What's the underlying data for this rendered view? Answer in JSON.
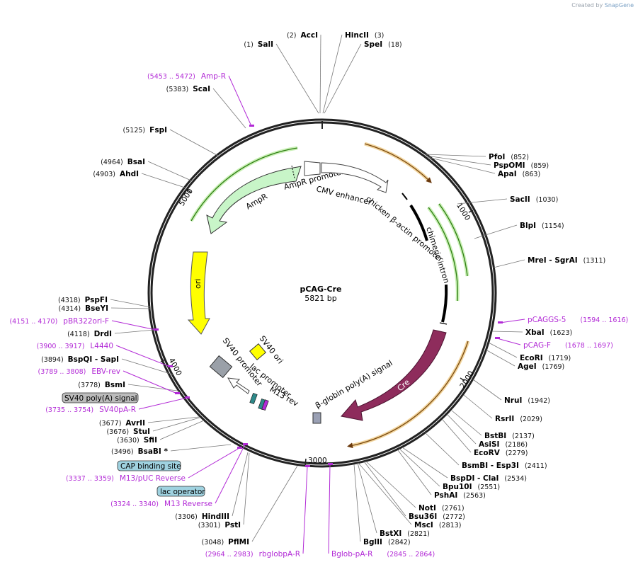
{
  "credit": {
    "prefix": "Created by",
    "brand": "SnapGene"
  },
  "plasmid": {
    "name": "pCAG-Cre",
    "size": "5821 bp",
    "length": 5821
  },
  "ticks": [
    "1000",
    "2000",
    "3000",
    "4000",
    "5000"
  ],
  "enzymes": [
    {
      "name": "SalI",
      "pos": "(1)"
    },
    {
      "name": "AccI",
      "pos": "(2)"
    },
    {
      "name": "HincII",
      "pos": "(3)"
    },
    {
      "name": "SpeI",
      "pos": "(18)"
    },
    {
      "name": "PfoI",
      "pos": "(852)"
    },
    {
      "name": "PspOMI",
      "pos": "(859)"
    },
    {
      "name": "ApaI",
      "pos": "(863)"
    },
    {
      "name": "SacII",
      "pos": "(1030)"
    },
    {
      "name": "BlpI",
      "pos": "(1154)"
    },
    {
      "name": "MreI  - SgrAI",
      "pos": "(1311)"
    },
    {
      "name": "XbaI",
      "pos": "(1623)"
    },
    {
      "name": "EcoRI",
      "pos": "(1719)"
    },
    {
      "name": "AgeI",
      "pos": "(1769)"
    },
    {
      "name": "NruI",
      "pos": "(1942)"
    },
    {
      "name": "RsrII",
      "pos": "(2029)"
    },
    {
      "name": "BstBI",
      "pos": "(2137)"
    },
    {
      "name": "AsiSI",
      "pos": "(2186)"
    },
    {
      "name": "EcoRV",
      "pos": "(2279)"
    },
    {
      "name": "BsmBI  - Esp3I",
      "pos": "(2411)"
    },
    {
      "name": "BspDI  - ClaI",
      "pos": "(2534)"
    },
    {
      "name": "Bpu10I",
      "pos": "(2551)"
    },
    {
      "name": "PshAI",
      "pos": "(2563)"
    },
    {
      "name": "NotI",
      "pos": "(2761)"
    },
    {
      "name": "Bsu36I",
      "pos": "(2772)"
    },
    {
      "name": "MscI",
      "pos": "(2813)"
    },
    {
      "name": "BstXI",
      "pos": "(2821)"
    },
    {
      "name": "BglII",
      "pos": "(2842)"
    },
    {
      "name": "PflMI",
      "pos": "(3048)"
    },
    {
      "name": "PstI",
      "pos": "(3301)"
    },
    {
      "name": "HindIII",
      "pos": "(3306)"
    },
    {
      "name": "BsaBI *",
      "pos": "(3496)"
    },
    {
      "name": "SfiI",
      "pos": "(3630)"
    },
    {
      "name": "StuI",
      "pos": "(3676)"
    },
    {
      "name": "AvrII",
      "pos": "(3677)"
    },
    {
      "name": "BsmI",
      "pos": "(3778)"
    },
    {
      "name": "BspQI  - SapI",
      "pos": "(3894)"
    },
    {
      "name": "DrdI",
      "pos": "(4118)"
    },
    {
      "name": "BseYI",
      "pos": "(4314)"
    },
    {
      "name": "PspFI",
      "pos": "(4318)"
    },
    {
      "name": "AhdI",
      "pos": "(4903)"
    },
    {
      "name": "BsaI",
      "pos": "(4964)"
    },
    {
      "name": "FspI",
      "pos": "(5125)"
    },
    {
      "name": "ScaI",
      "pos": "(5383)"
    }
  ],
  "primers": [
    {
      "name": "Amp-R",
      "range": "(5453 .. 5472)"
    },
    {
      "name": "pCAGGS-5",
      "range": "(1594 .. 1616)"
    },
    {
      "name": "pCAG-F",
      "range": "(1678 .. 1697)"
    },
    {
      "name": "Bglob-pA-R",
      "range": "(2845 .. 2864)"
    },
    {
      "name": "rbglobpA-R",
      "range": "(2964 .. 2983)"
    },
    {
      "name": "M13 Reverse",
      "range": "(3324 .. 3340)"
    },
    {
      "name": "M13/pUC Reverse",
      "range": "(3337 .. 3359)"
    },
    {
      "name": "SV40pA-R",
      "range": "(3735 .. 3754)"
    },
    {
      "name": "EBV-rev",
      "range": "(3789 .. 3808)"
    },
    {
      "name": "L4440",
      "range": "(3900 .. 3917)"
    },
    {
      "name": "pBR322ori-F",
      "range": "(4151 .. 4170)"
    }
  ],
  "boxed_features": [
    {
      "name": "SV40 poly(A) signal",
      "color": "#bcbcbc"
    },
    {
      "name": "CAP binding site",
      "color": "#9fd2e0"
    },
    {
      "name": "lac operator",
      "color": "#9fd2e0"
    }
  ],
  "features": {
    "cmv": "CMV enhancer",
    "cba": "chicken β-actin promoter",
    "intron": "chimeric intron",
    "ampr_promoter": "AmpR promoter",
    "ampr": "AmpR",
    "ori": "ori",
    "cre": "Cre",
    "bglob": "β-globin poly(A) signal",
    "sv40ori": "SV40 ori",
    "sv40prom": "SV40 promoter",
    "lacprom": "lac promoter",
    "m13rev": "M13 rev"
  },
  "colors": {
    "backbone": "#222222",
    "primer": "#b22ad6",
    "ampr": "#c8f5c8",
    "ori": "#ffff00",
    "cre": "#8e2c5c",
    "orange": "#f2b257",
    "green": "#8fd36a"
  }
}
